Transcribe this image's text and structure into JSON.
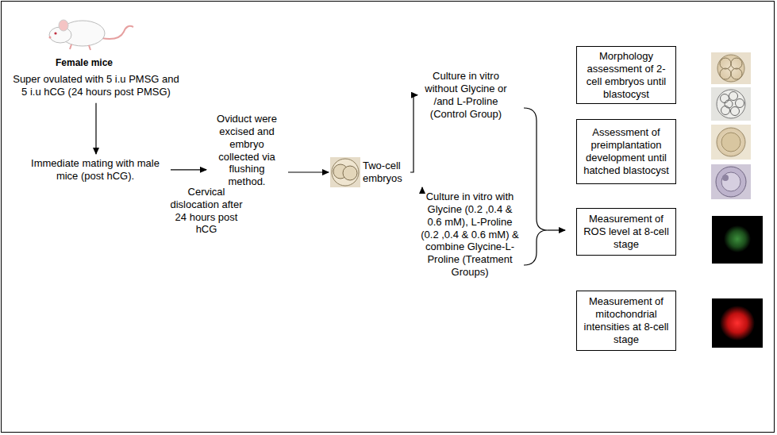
{
  "diagram": {
    "nodes": [
      {
        "text": [
          "Super ovulated with 5 i.u PMSG and 5 i.u hCG (24 hours post PMSG)"
        ]
      },
      {
        "text": [
          "Immediate mating with male mice (post hCG)."
        ]
      },
      {
        "text": [
          "Oviduct were excised and embryo collected via flushing method."
        ]
      },
      {
        "text": [
          "Two-cell embryos"
        ]
      },
      {
        "text": [
          "Culture in vitro without Glycine or /and L-Proline (Control Group)"
        ]
      },
      {
        "text": [
          "Culture in vitro with Glycine (0.2 ,0.4 & 0.6 mM), L-Proline (0.2 ,0.4 & 0.6 mM) & combine Glycine-L-Proline (Treatment Groups)"
        ]
      },
      {
        "text": [
          "Morphology assessment of 2-cell embryos until blastocyst"
        ]
      },
      {
        "text": [
          "Assessment of preimplantation development until hatched blastocyst"
        ]
      },
      {
        "text": [
          "Measurement of ROS level at 8-cell stage"
        ]
      },
      {
        "text": [
          "Measurement of mitochondrial intensities at 8-cell stage"
        ]
      }
    ],
    "edges": [
      {
        "from": 0,
        "to": 1,
        "arrow": "to"
      },
      {
        "from": 1,
        "to": 2,
        "label": "Cervical dislocation after 24 hours post hCG",
        "arrow": "to"
      },
      {
        "from": 2,
        "to": 3,
        "arrow": "to"
      },
      {
        "from": 3,
        "to": 4,
        "arrow": "to"
      },
      {
        "from": 3,
        "to": 5,
        "arrow": "to"
      }
    ],
    "labels": [
      "Female mice"
    ]
  }
}
